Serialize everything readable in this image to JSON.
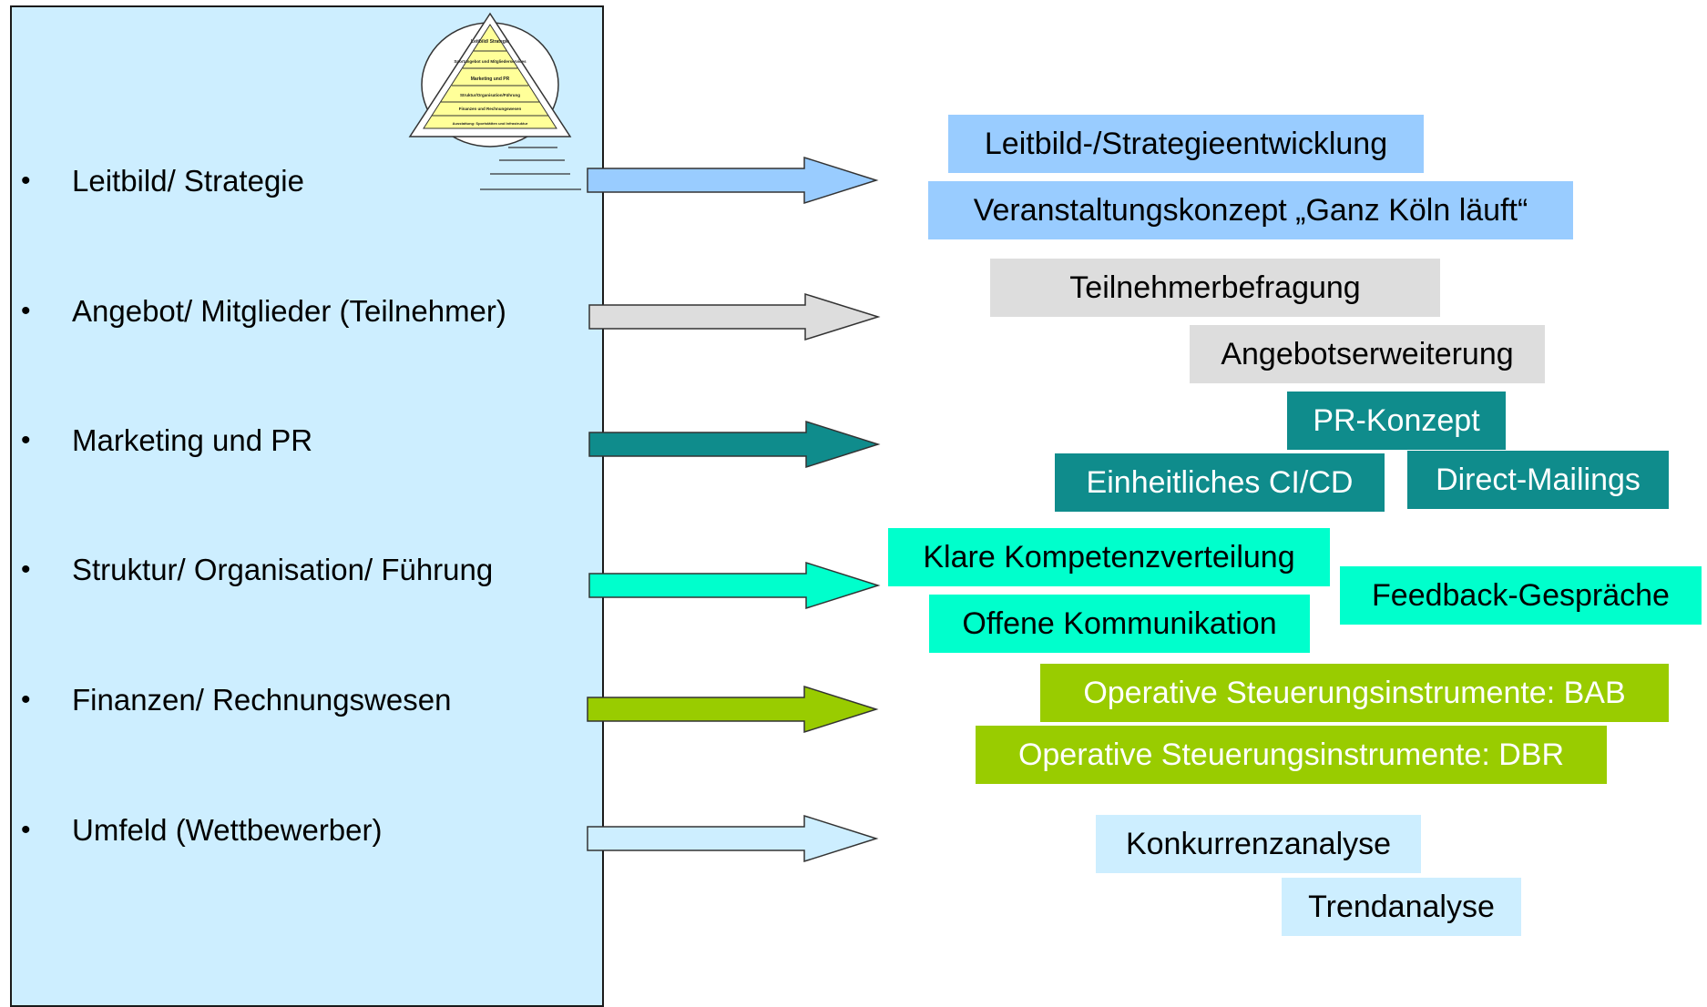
{
  "pyramid": {
    "levels": [
      "Leitbild/ Strategie",
      "Sportangebot und Mitgliederservices",
      "Marketing und PR",
      "Struktur/Organisation/Führung",
      "Finanzen und Rechnungswesen",
      "Ausstattung: Sportstätten und Infrastruktur"
    ]
  },
  "categories": [
    {
      "label": "Leitbild/ Strategie",
      "arrow_color": "#99ccff"
    },
    {
      "label": "Angebot/ Mitglieder (Teilnehmer)",
      "arrow_color": "#dddddd"
    },
    {
      "label": "Marketing und PR",
      "arrow_color": "#0f8c8c"
    },
    {
      "label": "Struktur/ Organisation/ Führung",
      "arrow_color": "#00ffcc"
    },
    {
      "label": "Finanzen/ Rechnungswesen",
      "arrow_color": "#99cc00"
    },
    {
      "label": "Umfeld (Wettbewerber)",
      "arrow_color": "#cdeeff"
    }
  ],
  "boxes": [
    {
      "text": "Leitbild-/Strategieentwicklung",
      "bg": "#99ccff",
      "color": "#000000"
    },
    {
      "text": "Veranstaltungskonzept „Ganz Köln läuft“",
      "bg": "#99ccff",
      "color": "#000000"
    },
    {
      "text": "Teilnehmerbefragung",
      "bg": "#dddddd",
      "color": "#000000"
    },
    {
      "text": "Angebotserweiterung",
      "bg": "#dddddd",
      "color": "#000000"
    },
    {
      "text": "PR-Konzept",
      "bg": "#0f8c8c",
      "color": "#ffffff"
    },
    {
      "text": "Einheitliches CI/CD",
      "bg": "#0f8c8c",
      "color": "#ffffff"
    },
    {
      "text": "Direct-Mailings",
      "bg": "#0f8c8c",
      "color": "#ffffff"
    },
    {
      "text": "Klare Kompetenzverteilung",
      "bg": "#00ffcc",
      "color": "#000000"
    },
    {
      "text": "Offene Kommunikation",
      "bg": "#00ffcc",
      "color": "#000000"
    },
    {
      "text": "Feedback-Gespräche",
      "bg": "#00ffcc",
      "color": "#000000"
    },
    {
      "text": "Operative Steuerungsinstrumente: BAB",
      "bg": "#99cc00",
      "color": "#ffffff"
    },
    {
      "text": "Operative Steuerungsinstrumente: DBR",
      "bg": "#99cc00",
      "color": "#ffffff"
    },
    {
      "text": "Konkurrenzanalyse",
      "bg": "#cdeeff",
      "color": "#000000"
    },
    {
      "text": "Trendanalyse",
      "bg": "#cdeeff",
      "color": "#000000"
    }
  ]
}
